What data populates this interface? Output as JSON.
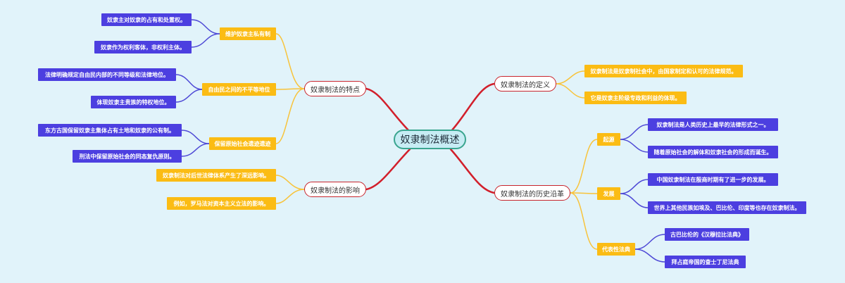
{
  "root": {
    "label": "奴隶制法概述"
  },
  "left": {
    "features": {
      "label": "奴隶制法的特点",
      "items": [
        {
          "label": "维护奴隶主私有制",
          "details": [
            "奴隶主对奴隶的占有和处置权。",
            "奴隶作为权利客体，非权利主体。"
          ]
        },
        {
          "label": "自由民之间的不平等地位",
          "details": [
            "法律明确规定自由民内部的不同等级和法律地位。",
            "体现奴隶主贵族的特权地位。"
          ]
        },
        {
          "label": "保留原始社会遗迹遗迹",
          "details": [
            "东方古国保留奴隶主集体占有土地和奴隶的公有制。",
            "刑法中保留原始社会的同态复仇原则。"
          ]
        }
      ]
    },
    "influence": {
      "label": "奴隶制法的影响",
      "details": [
        "奴隶制法对后世法律体系产生了深远影响。",
        "例如，罗马法对资本主义立法的影响。"
      ]
    }
  },
  "right": {
    "definition": {
      "label": "奴隶制法的定义",
      "details": [
        "奴隶制法是奴隶制社会中，由国家制定和认可的法律规范。",
        "它是奴隶主阶级专政和利益的体现。"
      ]
    },
    "history": {
      "label": "奴隶制法的历史沿革",
      "items": [
        {
          "label": "起源",
          "details": [
            "奴隶制法是人类历史上最早的法律形式之一。",
            "随着原始社会的解体和奴隶社会的形成而诞生。"
          ]
        },
        {
          "label": "发展",
          "details": [
            "中国奴隶制法在殷商时期有了进一步的发展。",
            "世界上其他民族如埃及、巴比伦、印度等也存在奴隶制法。"
          ]
        },
        {
          "label": "代表性法典",
          "details": [
            "古巴比伦的《汉穆拉比法典》",
            "拜占庭帝国的查士丁尼法典"
          ]
        }
      ]
    }
  },
  "colors": {
    "background": "#e1f3fa",
    "main_branch": "#d21f2b",
    "yellow_link": "#f8c33a",
    "blue_link": "#4e49d6"
  }
}
